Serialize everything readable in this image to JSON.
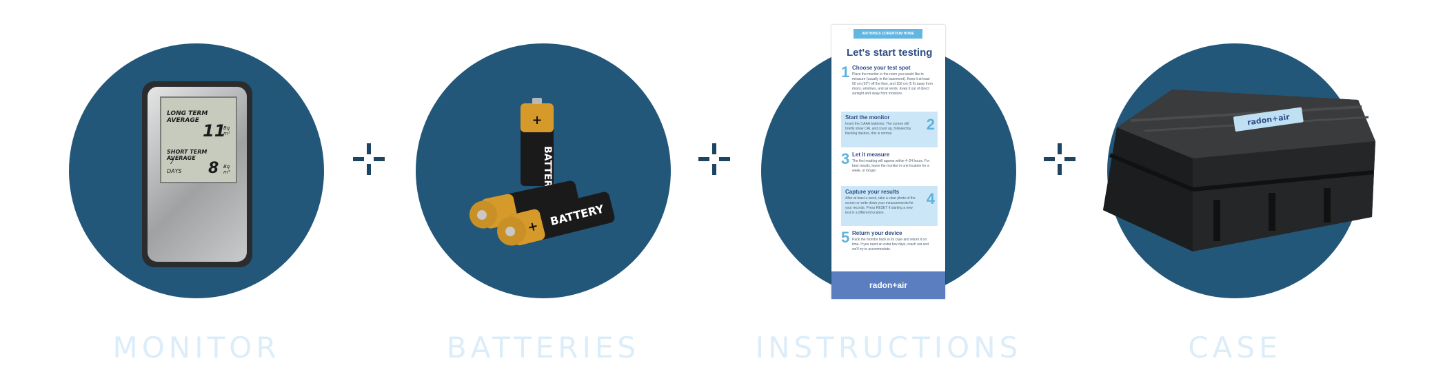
{
  "items": [
    {
      "label": "MONITOR"
    },
    {
      "label": "BATTERIES"
    },
    {
      "label": "INSTRUCTIONS"
    },
    {
      "label": "CASE"
    }
  ],
  "icons": [
    "plus-icon",
    "plus-icon",
    "plus-icon"
  ],
  "colors": {
    "circle": "#23577a",
    "label": "#dcedfa",
    "plus": "#1d4460",
    "accent": "#5fb2de",
    "card_footer": "#5b7ec1"
  },
  "monitor": {
    "long_term_label": "LONG TERM AVERAGE",
    "long_term_value": "11",
    "unit": "Bq m³",
    "short_term_label": "SHORT TERM AVERAGE",
    "days_value": "7",
    "days_label": "DAYS",
    "short_term_value": "8"
  },
  "batteries": {
    "label": "BATTERY"
  },
  "instructions": {
    "tag": "AIRTHINGS CORENTIUM HOME",
    "title": "Let's start testing",
    "steps": [
      {
        "num": "1",
        "title": "Choose your test spot",
        "body": "Place the monitor in the room you would like to measure (usually in the basement). Keep it at least 50 cm (20\") off the floor, and 150 cm (5 ft) away from doors, windows, and air vents. Keep it out of direct sunlight and away from moisture."
      },
      {
        "num": "2",
        "title": "Start the monitor",
        "body": "Insert the 3 AAA batteries. The screen will briefly show CAL and count up, followed by flashing dashes, this is normal."
      },
      {
        "num": "3",
        "title": "Let it measure",
        "body": "The first reading will appear within 4–24 hours. For best results, leave the monitor in one location for a week, or longer."
      },
      {
        "num": "4",
        "title": "Capture your results",
        "body": "After at least a week, take a clear photo of the screen or write down your measurements for your records. Press RESET if starting a new test in a different location."
      },
      {
        "num": "5",
        "title": "Return your device",
        "body": "Pack the monitor back in its case and return it on time. If you need an extra few days, reach out and we'll try to accommodate."
      }
    ],
    "footer": "radon+air"
  },
  "case": {
    "logo": "radon+air"
  }
}
